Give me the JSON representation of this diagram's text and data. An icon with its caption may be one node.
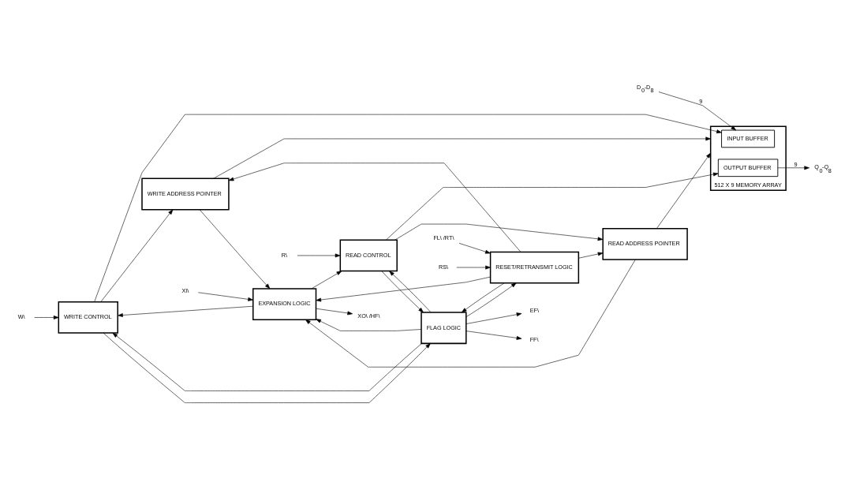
{
  "diagram": {
    "nodes": [
      {
        "text": [
          "D$_{0}$-D$_{8}$"
        ]
      },
      {
        "text": [
          "Q$_{0}$-Q$_{8}$"
        ]
      },
      {
        "text": [
          "W\\"
        ]
      },
      {
        "text": [
          "WRITE CONTROL"
        ]
      },
      {
        "text": [
          "WRITE ADDRESS POINTER"
        ]
      },
      {
        "text": [
          "512 X 9 MEMORY ARRAY"
        ]
      },
      {
        "text": [
          "INPUT BUFFER"
        ],
        "in": 5
      },
      {
        "text": [
          "OUTPUT BUFFER"
        ],
        "in": 5
      },
      {
        "text": [
          "READ ADDRESS POINTER"
        ]
      },
      {
        "text": [
          "READ CONTROL"
        ]
      },
      {
        "text": [
          "R\\"
        ]
      },
      {
        "text": [
          "FLAG LOGIC"
        ]
      },
      {
        "text": [
          "FF\\"
        ]
      },
      {
        "text": [
          "EF\\"
        ]
      },
      {
        "text": [
          "EXPANSION LOGIC"
        ]
      },
      {
        "text": [
          "XI\\"
        ]
      },
      {
        "text": [
          "XO\\ /HF\\"
        ]
      },
      {
        "text": [
          "RESET/RETRANSMIT LOGIC"
        ]
      },
      {
        "text": [
          "RS\\"
        ]
      },
      {
        "text": [
          "FL\\ /RT\\"
        ]
      }
    ],
    "edges": [
      {
        "from": 0,
        "to": 6,
        "arrow": "to",
        "label": "9"
      },
      {
        "from": 7,
        "to": 1,
        "arrow": "to",
        "label": "9"
      },
      {
        "from": 2,
        "to": 3,
        "arrow": "to"
      },
      {
        "from": 3,
        "to": 4,
        "arrow": "to"
      },
      {
        "from": 3,
        "to": 6,
        "arrow": "to"
      },
      {
        "from": 3,
        "to": 11,
        "arrow": "to"
      },
      {
        "from": 4,
        "to": 5,
        "arrow": "to"
      },
      {
        "from": 8,
        "to": 5,
        "arrow": "to"
      },
      {
        "from": 9,
        "to": 8,
        "arrow": "to"
      },
      {
        "from": 9,
        "to": 7,
        "arrow": "to"
      },
      {
        "from": 9,
        "to": 11,
        "arrow": "to"
      },
      {
        "from": 10,
        "to": 9,
        "arrow": "to"
      },
      {
        "from": 11,
        "to": 12,
        "arrow": "to"
      },
      {
        "from": 11,
        "to": 3,
        "arrow": "to"
      },
      {
        "from": 11,
        "to": 17,
        "arrow": "to"
      },
      {
        "from": 11,
        "to": 13,
        "arrow": "to"
      },
      {
        "from": 11,
        "to": 9,
        "arrow": "to"
      },
      {
        "from": 14,
        "to": 3,
        "arrow": "to"
      },
      {
        "from": 14,
        "to": 9,
        "arrow": "to"
      },
      {
        "from": 4,
        "to": 14,
        "arrow": "to"
      },
      {
        "from": 11,
        "to": 14,
        "arrow": "to"
      },
      {
        "from": 8,
        "to": 14,
        "arrow": "to"
      },
      {
        "from": 15,
        "to": 14,
        "arrow": "to"
      },
      {
        "from": 14,
        "to": 16,
        "arrow": "to"
      },
      {
        "from": 18,
        "to": 17,
        "arrow": "to"
      },
      {
        "from": 19,
        "to": 17,
        "arrow": "to"
      },
      {
        "from": 17,
        "to": 14,
        "arrow": "to"
      },
      {
        "from": 17,
        "to": 4,
        "arrow": "to"
      },
      {
        "from": 17,
        "to": 8,
        "arrow": "to"
      },
      {
        "from": 17,
        "to": 11,
        "arrow": "to"
      }
    ]
  }
}
